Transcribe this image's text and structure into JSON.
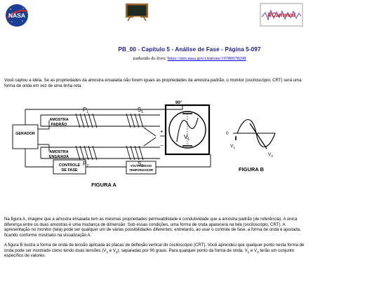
{
  "header": {
    "title": "PB_00 - Capítulo 5 - Análise de Fase - Página 5-097",
    "credit_prefix": "traduzido do livro:",
    "credit_link": "https://ntrs.nasa.gov/citations/19780078298"
  },
  "logos": {
    "nasa_text": "NASA",
    "rc_text": "RCarneval"
  },
  "intro_paragraph": "Você captou a idéia. Se as propriedades da amostra ensaiada não forem iguais às propriedades da amostra padrão, o monitor (osciloscópio, CRT) será uma forma de onda em vez de uma linha reta.",
  "figure_a": {
    "caption": "FIGURA A",
    "generator": "GERADOR",
    "standard_sample": [
      "AMOSTRA",
      "PADRÃO"
    ],
    "test_sample": [
      "AMOSTRA",
      "ENSAIADA"
    ],
    "phase_control": [
      "CONTROLE",
      "DE FASE"
    ],
    "timer_voltage": [
      "VOLTAGEM DO",
      "TEMPORIZADOR"
    ],
    "p1": "P",
    "p1_sub": "1",
    "p2": "P",
    "p2_sub": "2",
    "s1": "S",
    "s1_sub": "1",
    "s2": "S",
    "s2_sub": "2",
    "plus": "+",
    "minus": "−",
    "angle": "90°",
    "v1": "V",
    "v1_sub": "1"
  },
  "figure_b": {
    "caption": "FIGURA B",
    "zero": "0",
    "v1": "V",
    "v1_sub": "1",
    "v2": "V",
    "v2_sub": "2"
  },
  "paragraph_2": "Na figura A, imagine que a amostra ensaiada tem as mesmas propriedades permeabilidade e condutividade que a amostra padrão (de referência). A única diferença entre os duas amostras é uma mudança de dimensão. Sob essas condições, uma forma de onda aparecerá na tela (osciloscópio, CRT). A apresentação no monitor (tela) pode ser qualquer um de várias possibilidades diferentes; entretanto, ao usar o controle de fase, a forma de onda é ajustada, ficando conforme mostrado na visualização A.",
  "paragraph_3": {
    "a": "A figura B ilustra a forma de onda de tensão aplicada às placas de deflexão vertical  do osciloscópio (CRT). Você aprendeu que qualquer ponto nesta forma de onda pode ser mostrado como tendo duas tensões (",
    "v1": "V",
    "v1_sub": "1",
    "and": " e ",
    "v2": "V",
    "v2_sub": "2",
    "b": "), separadas por 90 graus. Para qualquer ponto da forma de onda, ",
    "c": " e ",
    "d": " terão um conjunto específico de valores."
  }
}
